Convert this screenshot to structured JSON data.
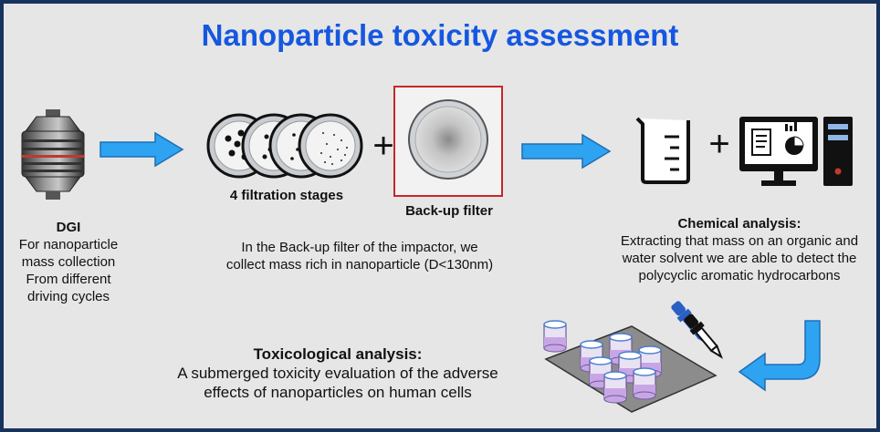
{
  "title": "Nanoparticle toxicity assessment",
  "dgi": {
    "label": "DGI",
    "desc": [
      "For nanoparticle",
      "mass collection",
      "From different",
      "driving cycles"
    ]
  },
  "filtration": {
    "label": "4 filtration stages"
  },
  "backup": {
    "label": "Back-up filter"
  },
  "impactor_text": [
    "In the Back-up filter of the impactor, we",
    "collect mass rich in nanoparticle (D<130nm)"
  ],
  "chemical": {
    "heading": "Chemical analysis:",
    "desc": [
      "Extracting that mass on an organic and",
      "water solvent we are able to detect the",
      "polycyclic aromatic hydrocarbons"
    ]
  },
  "toxicological": {
    "heading": "Toxicological analysis:",
    "desc": [
      "A submerged toxicity evaluation of the adverse",
      "effects of nanoparticles on human cells"
    ]
  },
  "symbols": {
    "plus": "+"
  },
  "icons": [
    "impactor-icon",
    "filter-disc-icon",
    "backup-filter-icon",
    "beaker-icon",
    "computer-icon",
    "pipette-icon",
    "well-plate-icon",
    "arrow-icon"
  ],
  "colors": {
    "title": "#1557e0",
    "arrow": "#2ea3f2",
    "frame": "#17325e",
    "background": "#e6e6e6",
    "backup_border": "#c62828"
  }
}
